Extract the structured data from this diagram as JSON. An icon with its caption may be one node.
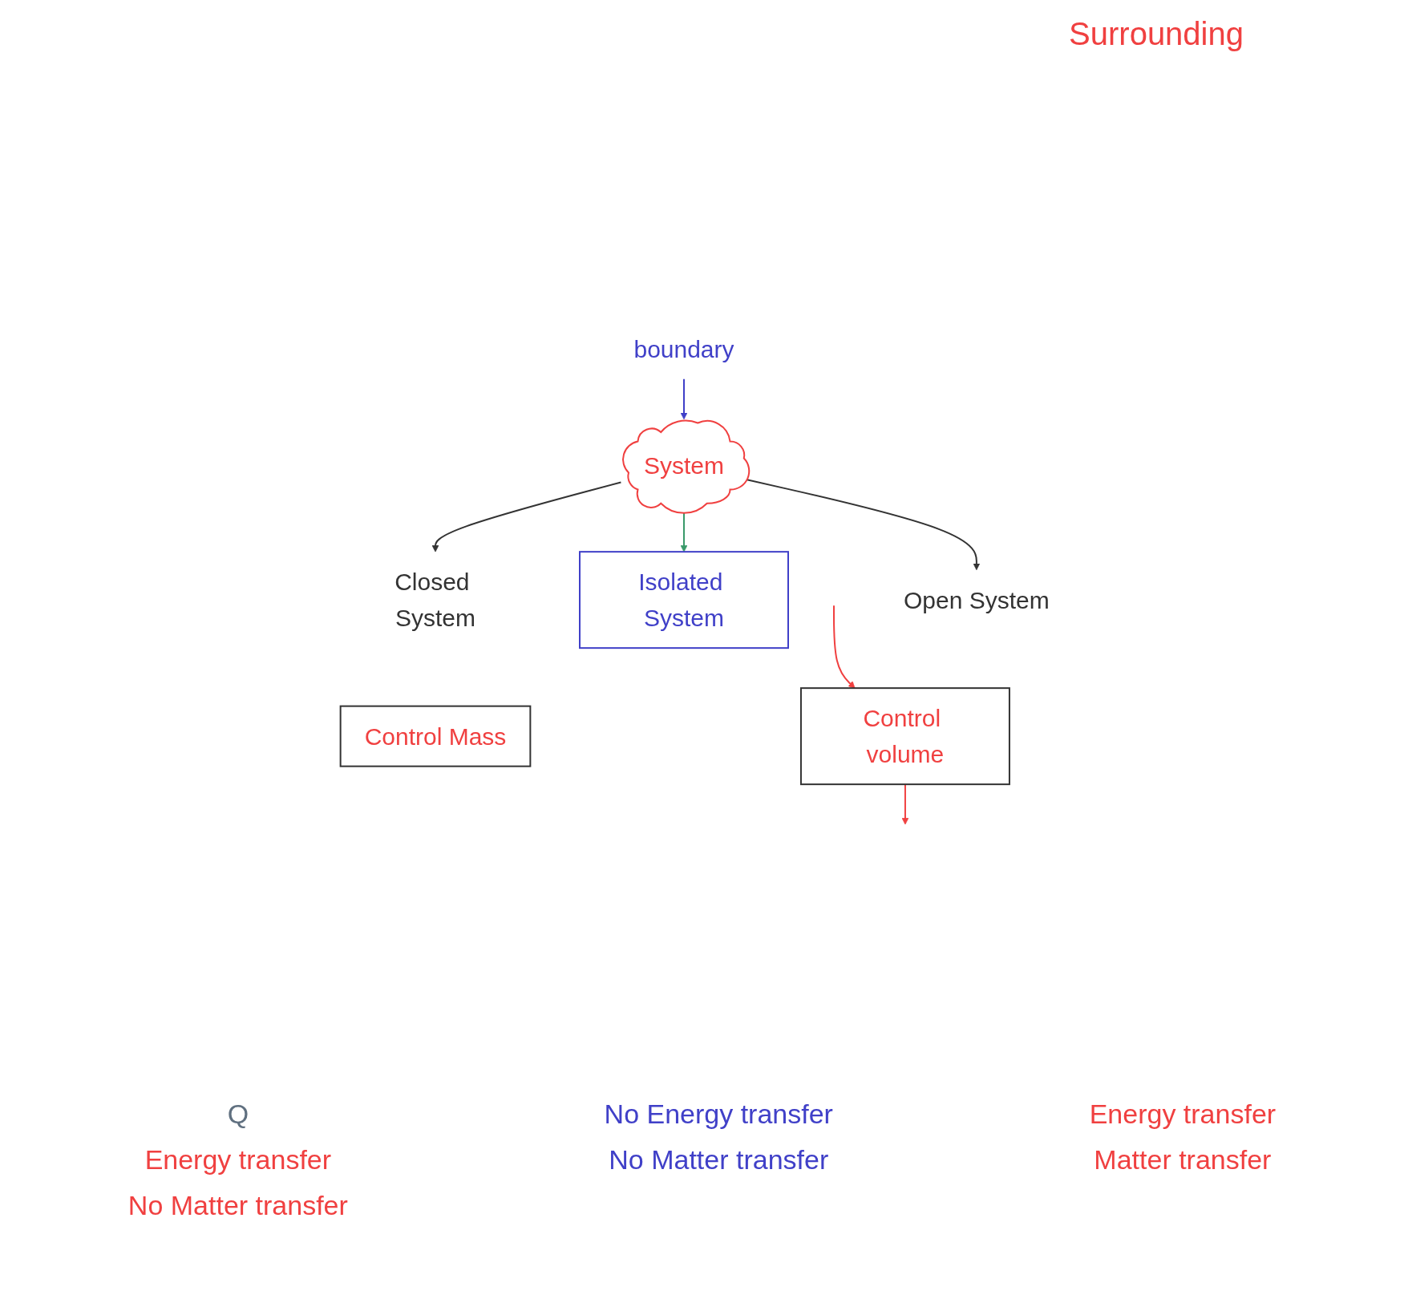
{
  "diagram": {
    "nodes": [
      {
        "text": [
          "System"
        ]
      },
      {
        "text": [
          "Closed System"
        ]
      },
      {
        "text": [
          "Isolated System"
        ]
      },
      {
        "text": [
          "Open System"
        ]
      },
      {
        "text": [
          "Control Mass"
        ]
      },
      {
        "text": [
          "Control volume"
        ]
      },
      {
        "text": [
          "boundary"
        ]
      }
    ],
    "edges": [
      {
        "from": 0,
        "to": 1,
        "arrow": "to"
      },
      {
        "from": 0,
        "to": 2,
        "arrow": "to",
        "color": "#3a9a6a"
      },
      {
        "from": 0,
        "to": 3,
        "arrow": "to"
      },
      {
        "from": 6,
        "to": 0,
        "arrow": "to",
        "color": "#4040c8"
      },
      {
        "from": null,
        "to": 5,
        "arrow": "to",
        "color": "#f04040"
      },
      {
        "from": 5,
        "to": null,
        "arrow": "to",
        "color": "#f04040"
      }
    ],
    "labels": [
      "Surrounding",
      "Q",
      "Energy transfer",
      "No Matter transfer",
      "No Energy transfer",
      "No Matter transfer",
      "Energy transfer",
      "Matter transfer"
    ]
  }
}
